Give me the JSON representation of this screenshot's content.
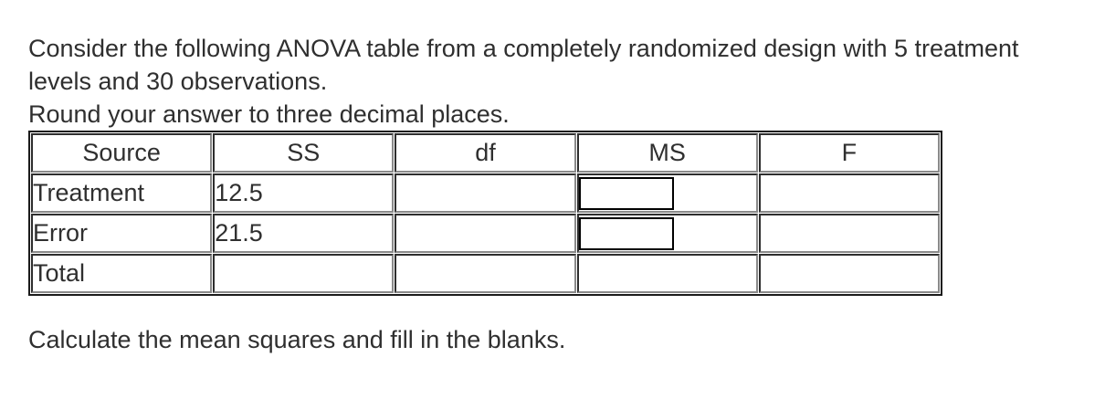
{
  "question": {
    "paragraph1": "Consider the following ANOVA table from a completely randomized design with 5 treatment levels and 30 observations.",
    "paragraph2": "Round your answer to three decimal places."
  },
  "table": {
    "headers": [
      "Source",
      "SS",
      "df",
      "MS",
      "F"
    ],
    "rows": [
      {
        "source": "Treatment",
        "ss": "12.5",
        "df": "",
        "ms": "",
        "f": ""
      },
      {
        "source": "Error",
        "ss": "21.5",
        "df": "",
        "ms": "",
        "f": ""
      },
      {
        "source": "Total",
        "ss": "",
        "df": "",
        "ms": "",
        "f": ""
      }
    ]
  },
  "inputs": {
    "ms_treatment_value": "",
    "ms_error_value": ""
  },
  "instruction": "Calculate the mean squares and fill in the blanks.",
  "colors": {
    "text": "#2f2f2f",
    "table_outer_border": "#1b1b1b",
    "cell_border_dark": "#2e2e2e",
    "cell_border_light": "#8a8a8a",
    "input_border": "#000000",
    "background": "#ffffff"
  }
}
